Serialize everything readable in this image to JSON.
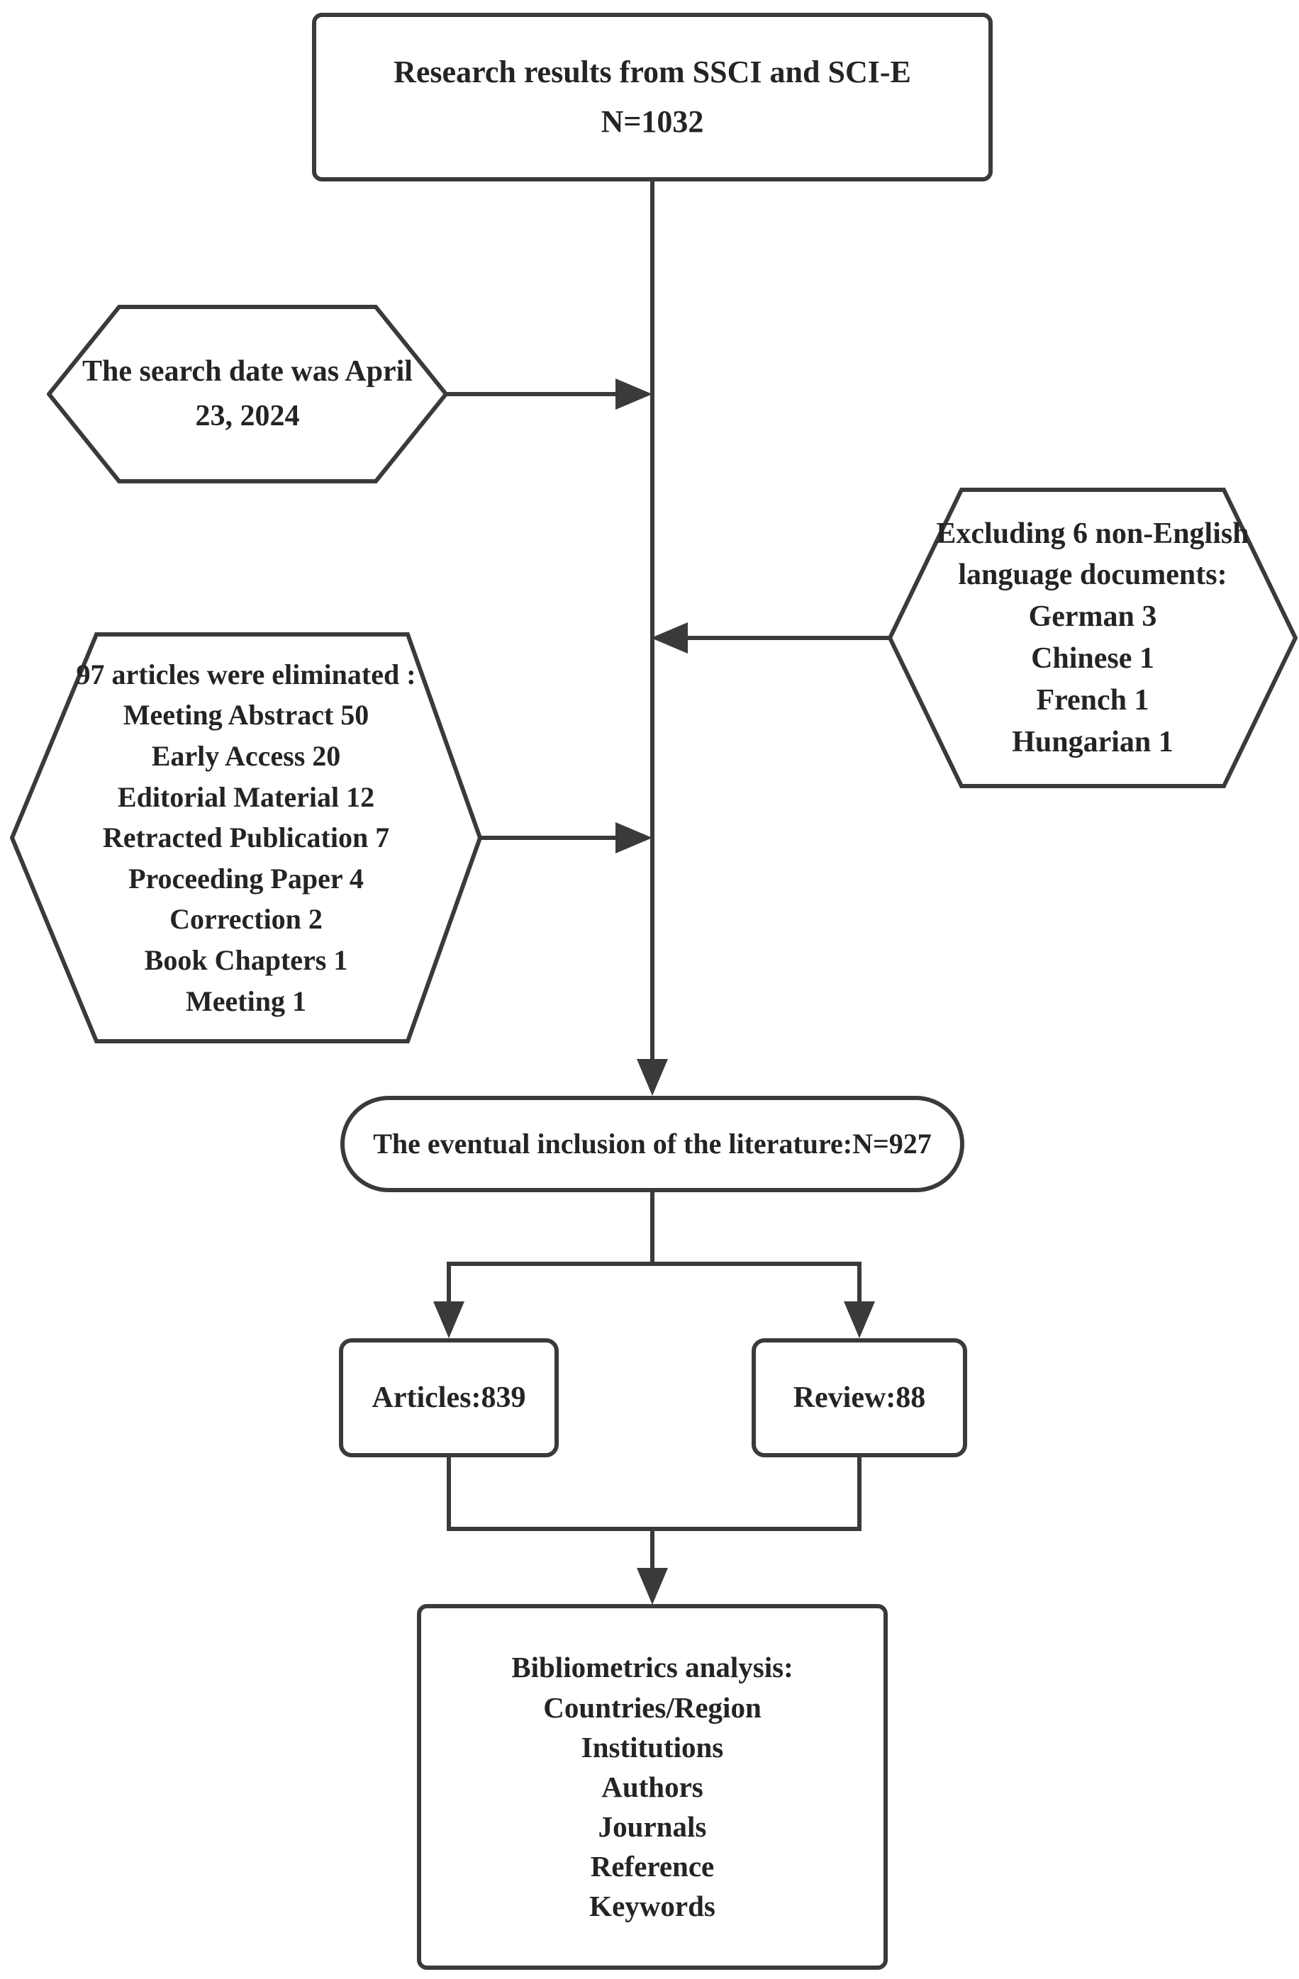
{
  "colors": {
    "line": "#3a3a3a",
    "text": "#242424",
    "background": "#ffffff"
  },
  "nodes": {
    "top_box": {
      "lines": [
        "Research results from SSCI and SCI-E",
        "N=1032"
      ]
    },
    "search_date_hexagon": {
      "lines": [
        "The search date was April",
        "23, 2024"
      ]
    },
    "excluded_language_hexagon": {
      "lines": [
        "Excluding 6 non-English",
        "language documents:",
        "German 3",
        "Chinese 1",
        "French 1",
        "Hungarian 1"
      ]
    },
    "eliminated_hexagon": {
      "lines": [
        "97 articles were eliminated :",
        "Meeting Abstract 50",
        "Early Access 20",
        "Editorial Material 12",
        "Retracted Publication 7",
        "Proceeding Paper 4",
        "Correction 2",
        "Book Chapters 1",
        "Meeting 1"
      ]
    },
    "inclusion_stadium": {
      "lines": [
        "The eventual inclusion of the literature:N=927"
      ]
    },
    "articles_box": {
      "lines": [
        "Articles:839"
      ]
    },
    "review_box": {
      "lines": [
        "Review:88"
      ]
    },
    "analysis_box": {
      "lines": [
        "Bibliometrics analysis:",
        "Countries/Region",
        "Institutions",
        "Authors",
        "Journals",
        "Reference",
        "Keywords"
      ]
    }
  }
}
